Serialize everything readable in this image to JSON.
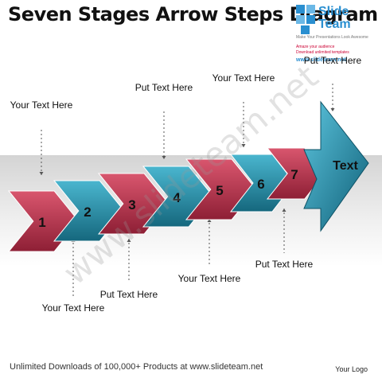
{
  "title": "Seven Stages Arrow Steps Diagram",
  "logo": {
    "brand_line1": "Slide",
    "brand_line2": "Team",
    "tagline": "Make Your Presentations Look Awesome",
    "promo1": "Amaze your audience",
    "promo2": "Download unlimited templates",
    "url": "www.slideteam.net"
  },
  "stages": [
    "1",
    "2",
    "3",
    "4",
    "5",
    "6",
    "7"
  ],
  "final_arrow_label": "Text",
  "labels": {
    "stage1": "Your Text Here",
    "stage2": "Your Text Here",
    "stage3": "Put Text Here",
    "stage4": "Put Text Here",
    "stage5": "Your Text Here",
    "stage6": "Your Text Here",
    "stage7": "Put Text Here",
    "final": "Put Text Here"
  },
  "watermark": "www.slideteam.net",
  "footer": "Unlimited Downloads of 100,000+ Products at www.slideteam.net",
  "your_logo": "Your Logo",
  "colors": {
    "red": "#b52a44",
    "teal": "#1e8da6",
    "accent": "#2a8fd0"
  }
}
